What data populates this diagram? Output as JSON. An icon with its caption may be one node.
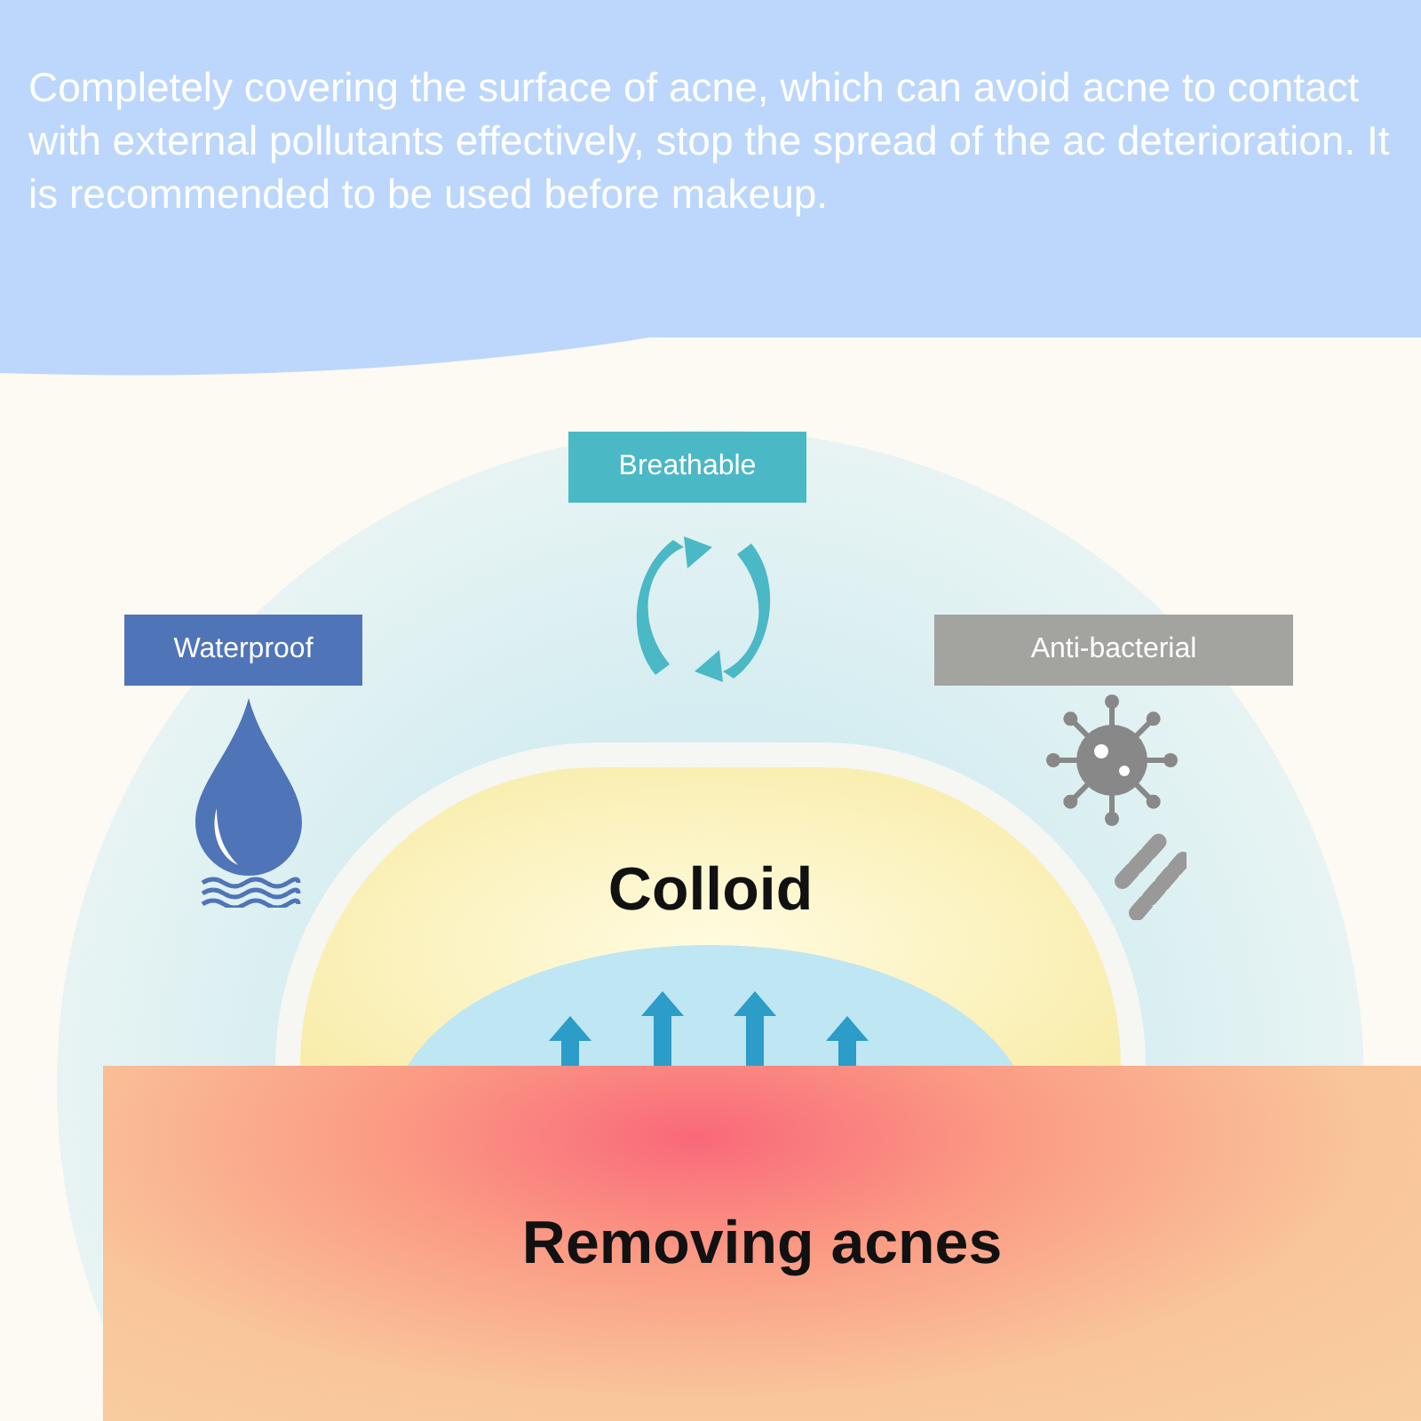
{
  "diagram": {
    "nodes": [
      {
        "text": [
          "Completely covering the surface of acne, which can avoid acne to contact with external pollutants effectively, stop the spread of the ac deterioration. It is recommended to be used before makeup."
        ]
      },
      {
        "text": [
          "Breathable"
        ]
      },
      {
        "text": [
          "Waterproof"
        ]
      },
      {
        "text": [
          "Anti-bacterial"
        ]
      },
      {
        "text": [
          "Colloid"
        ]
      },
      {
        "text": [
          "Removing acnes"
        ]
      }
    ]
  }
}
